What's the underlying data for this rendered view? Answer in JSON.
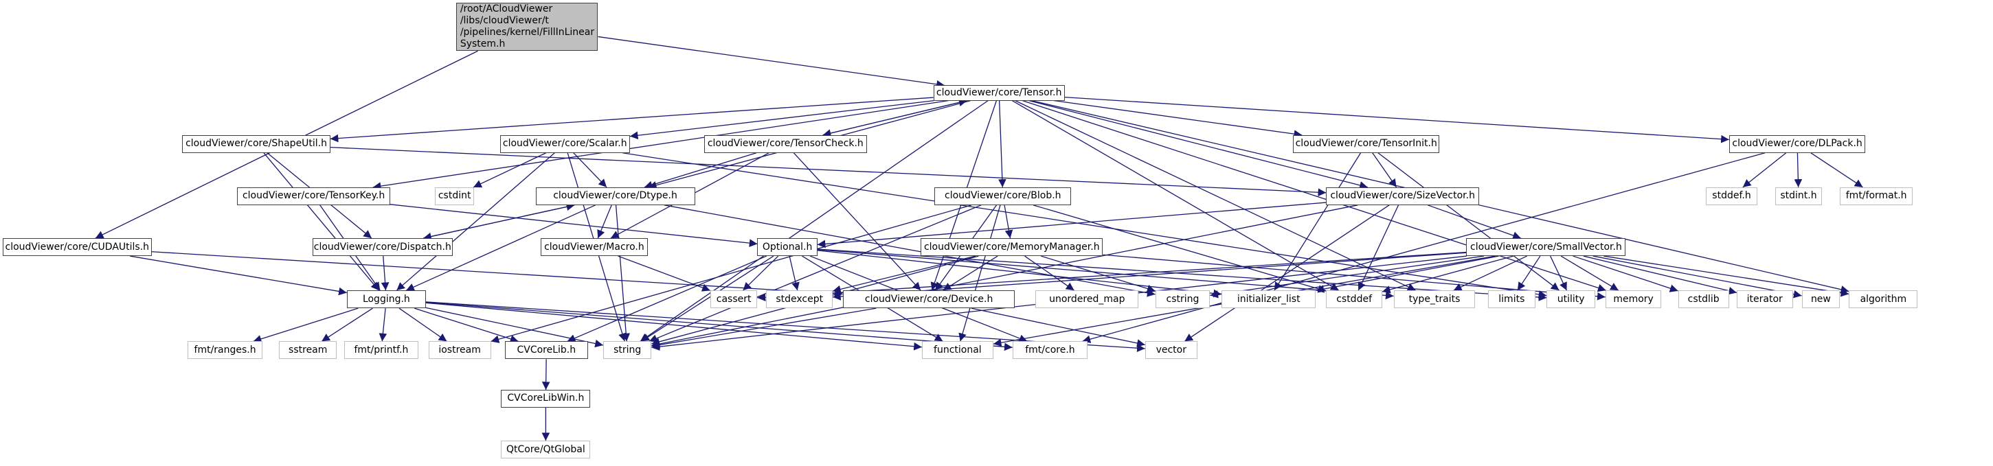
{
  "diagram": {
    "type": "include-dependency-graph",
    "edge_color": "#191970",
    "root": {
      "id": "root",
      "label": "/root/ACloudViewer\n/libs/cloudViewer/t\n/pipelines/kernel/FillInLinear\nSystem.h"
    },
    "nodes": [
      {
        "id": "tensor",
        "label": "cloudViewer/core/Tensor.h",
        "kind": "project"
      },
      {
        "id": "shapeutil",
        "label": "cloudViewer/core/ShapeUtil.h",
        "kind": "project"
      },
      {
        "id": "scalar",
        "label": "cloudViewer/core/Scalar.h",
        "kind": "project"
      },
      {
        "id": "tensorcheck",
        "label": "cloudViewer/core/TensorCheck.h",
        "kind": "project"
      },
      {
        "id": "tensorinit",
        "label": "cloudViewer/core/TensorInit.h",
        "kind": "project"
      },
      {
        "id": "dlpack",
        "label": "cloudViewer/core/DLPack.h",
        "kind": "project"
      },
      {
        "id": "tensorkey",
        "label": "cloudViewer/core/TensorKey.h",
        "kind": "project"
      },
      {
        "id": "cstdint",
        "label": "cstdint",
        "kind": "system"
      },
      {
        "id": "dtype",
        "label": "cloudViewer/core/Dtype.h",
        "kind": "project"
      },
      {
        "id": "blob",
        "label": "cloudViewer/core/Blob.h",
        "kind": "project"
      },
      {
        "id": "sizevector",
        "label": "cloudViewer/core/SizeVector.h",
        "kind": "project"
      },
      {
        "id": "stddef_h",
        "label": "stddef.h",
        "kind": "system"
      },
      {
        "id": "stdint_h",
        "label": "stdint.h",
        "kind": "system"
      },
      {
        "id": "fmtformat",
        "label": "fmt/format.h",
        "kind": "system"
      },
      {
        "id": "cudautils",
        "label": "cloudViewer/core/CUDAUtils.h",
        "kind": "project"
      },
      {
        "id": "dispatch",
        "label": "cloudViewer/core/Dispatch.h",
        "kind": "project"
      },
      {
        "id": "macro",
        "label": "cloudViewer/Macro.h",
        "kind": "project"
      },
      {
        "id": "optional",
        "label": "Optional.h",
        "kind": "project"
      },
      {
        "id": "memmgr",
        "label": "cloudViewer/core/MemoryManager.h",
        "kind": "project"
      },
      {
        "id": "smallvector",
        "label": "cloudViewer/core/SmallVector.h",
        "kind": "project"
      },
      {
        "id": "logging",
        "label": "Logging.h",
        "kind": "project"
      },
      {
        "id": "cassert",
        "label": "cassert",
        "kind": "system"
      },
      {
        "id": "stdexcept",
        "label": "stdexcept",
        "kind": "system"
      },
      {
        "id": "device",
        "label": "cloudViewer/core/Device.h",
        "kind": "project"
      },
      {
        "id": "unordered_map",
        "label": "unordered_map",
        "kind": "system"
      },
      {
        "id": "cstring",
        "label": "cstring",
        "kind": "system"
      },
      {
        "id": "initializer_list",
        "label": "initializer_list",
        "kind": "system"
      },
      {
        "id": "cstddef",
        "label": "cstddef",
        "kind": "system"
      },
      {
        "id": "type_traits",
        "label": "type_traits",
        "kind": "system"
      },
      {
        "id": "limits",
        "label": "limits",
        "kind": "system"
      },
      {
        "id": "utility",
        "label": "utility",
        "kind": "system"
      },
      {
        "id": "memory",
        "label": "memory",
        "kind": "system"
      },
      {
        "id": "cstdlib",
        "label": "cstdlib",
        "kind": "system"
      },
      {
        "id": "iterator",
        "label": "iterator",
        "kind": "system"
      },
      {
        "id": "new",
        "label": "new",
        "kind": "system"
      },
      {
        "id": "algorithm",
        "label": "algorithm",
        "kind": "system"
      },
      {
        "id": "fmtranges",
        "label": "fmt/ranges.h",
        "kind": "system"
      },
      {
        "id": "sstream",
        "label": "sstream",
        "kind": "system"
      },
      {
        "id": "fmtprintf",
        "label": "fmt/printf.h",
        "kind": "system"
      },
      {
        "id": "iostream",
        "label": "iostream",
        "kind": "system"
      },
      {
        "id": "cvcorelib",
        "label": "CVCoreLib.h",
        "kind": "project"
      },
      {
        "id": "string",
        "label": "string",
        "kind": "system"
      },
      {
        "id": "functional",
        "label": "functional",
        "kind": "system"
      },
      {
        "id": "fmtcore",
        "label": "fmt/core.h",
        "kind": "system"
      },
      {
        "id": "vector",
        "label": "vector",
        "kind": "system"
      },
      {
        "id": "cvcorelibwin",
        "label": "CVCoreLibWin.h",
        "kind": "project"
      },
      {
        "id": "qtglobal",
        "label": "QtCore/QtGlobal",
        "kind": "system"
      }
    ],
    "edges": [
      [
        "root",
        "tensor"
      ],
      [
        "root",
        "cudautils"
      ],
      [
        "tensor",
        "shapeutil"
      ],
      [
        "tensor",
        "scalar"
      ],
      [
        "tensor",
        "tensorcheck"
      ],
      [
        "tensor",
        "tensorinit"
      ],
      [
        "tensor",
        "dlpack"
      ],
      [
        "tensor",
        "tensorkey"
      ],
      [
        "tensor",
        "dtype"
      ],
      [
        "tensor",
        "blob"
      ],
      [
        "tensor",
        "sizevector"
      ],
      [
        "tensor",
        "device"
      ],
      [
        "tensor",
        "string"
      ],
      [
        "tensor",
        "cstddef"
      ],
      [
        "tensor",
        "memory"
      ],
      [
        "tensor",
        "type_traits"
      ],
      [
        "tensor",
        "algorithm"
      ],
      [
        "shapeutil",
        "sizevector"
      ],
      [
        "shapeutil",
        "logging"
      ],
      [
        "shapeutil",
        "dispatch"
      ],
      [
        "scalar",
        "dtype"
      ],
      [
        "scalar",
        "cstdint"
      ],
      [
        "scalar",
        "logging"
      ],
      [
        "scalar",
        "string"
      ],
      [
        "scalar",
        "utility"
      ],
      [
        "tensorcheck",
        "dtype"
      ],
      [
        "tensorcheck",
        "device"
      ],
      [
        "tensorcheck",
        "macro"
      ],
      [
        "tensorcheck",
        "tensor"
      ],
      [
        "tensorinit",
        "sizevector"
      ],
      [
        "tensorinit",
        "initializer_list"
      ],
      [
        "tensorinit",
        "utility"
      ],
      [
        "dlpack",
        "stddef_h"
      ],
      [
        "dlpack",
        "stdint_h"
      ],
      [
        "dlpack",
        "fmtformat"
      ],
      [
        "dlpack",
        "fmtcore"
      ],
      [
        "tensorkey",
        "logging"
      ],
      [
        "tensorkey",
        "optional"
      ],
      [
        "dtype",
        "macro"
      ],
      [
        "dtype",
        "logging"
      ],
      [
        "dtype",
        "dispatch"
      ],
      [
        "dtype",
        "string"
      ],
      [
        "dtype",
        "cstring"
      ],
      [
        "dispatch",
        "dtype"
      ],
      [
        "dispatch",
        "logging"
      ],
      [
        "blob",
        "device"
      ],
      [
        "blob",
        "memmgr"
      ],
      [
        "blob",
        "functional"
      ],
      [
        "blob",
        "cstddef"
      ],
      [
        "blob",
        "string"
      ],
      [
        "blob",
        "iostream"
      ],
      [
        "sizevector",
        "optional"
      ],
      [
        "sizevector",
        "smallvector"
      ],
      [
        "sizevector",
        "cstddef"
      ],
      [
        "sizevector",
        "string"
      ],
      [
        "sizevector",
        "vector"
      ],
      [
        "cudautils",
        "logging"
      ],
      [
        "cudautils",
        "device"
      ],
      [
        "macro",
        "cassert"
      ],
      [
        "optional",
        "cassert"
      ],
      [
        "optional",
        "stdexcept"
      ],
      [
        "optional",
        "functional"
      ],
      [
        "optional",
        "initializer_list"
      ],
      [
        "optional",
        "string"
      ],
      [
        "optional",
        "type_traits"
      ],
      [
        "optional",
        "utility"
      ],
      [
        "optional",
        "cvcorelib"
      ],
      [
        "optional",
        "fmtcore"
      ],
      [
        "memmgr",
        "device"
      ],
      [
        "memmgr",
        "unordered_map"
      ],
      [
        "memmgr",
        "cstring"
      ],
      [
        "memmgr",
        "string"
      ],
      [
        "memmgr",
        "stdexcept"
      ],
      [
        "memmgr",
        "memory"
      ],
      [
        "smallvector",
        "cassert"
      ],
      [
        "smallvector",
        "cstddef"
      ],
      [
        "smallvector",
        "cstring"
      ],
      [
        "smallvector",
        "cstdlib"
      ],
      [
        "smallvector",
        "initializer_list"
      ],
      [
        "smallvector",
        "iterator"
      ],
      [
        "smallvector",
        "limits"
      ],
      [
        "smallvector",
        "memory"
      ],
      [
        "smallvector",
        "new"
      ],
      [
        "smallvector",
        "type_traits"
      ],
      [
        "smallvector",
        "utility"
      ],
      [
        "smallvector",
        "algorithm"
      ],
      [
        "smallvector",
        "functional"
      ],
      [
        "smallvector",
        "stdexcept"
      ],
      [
        "smallvector",
        "string"
      ],
      [
        "device",
        "string"
      ],
      [
        "device",
        "vector"
      ],
      [
        "logging",
        "fmtranges"
      ],
      [
        "logging",
        "sstream"
      ],
      [
        "logging",
        "fmtprintf"
      ],
      [
        "logging",
        "iostream"
      ],
      [
        "logging",
        "cvcorelib"
      ],
      [
        "logging",
        "string"
      ],
      [
        "logging",
        "functional"
      ],
      [
        "logging",
        "fmtcore"
      ],
      [
        "logging",
        "vector"
      ],
      [
        "cvcorelib",
        "cvcorelibwin"
      ],
      [
        "cvcorelibwin",
        "qtglobal"
      ]
    ]
  }
}
